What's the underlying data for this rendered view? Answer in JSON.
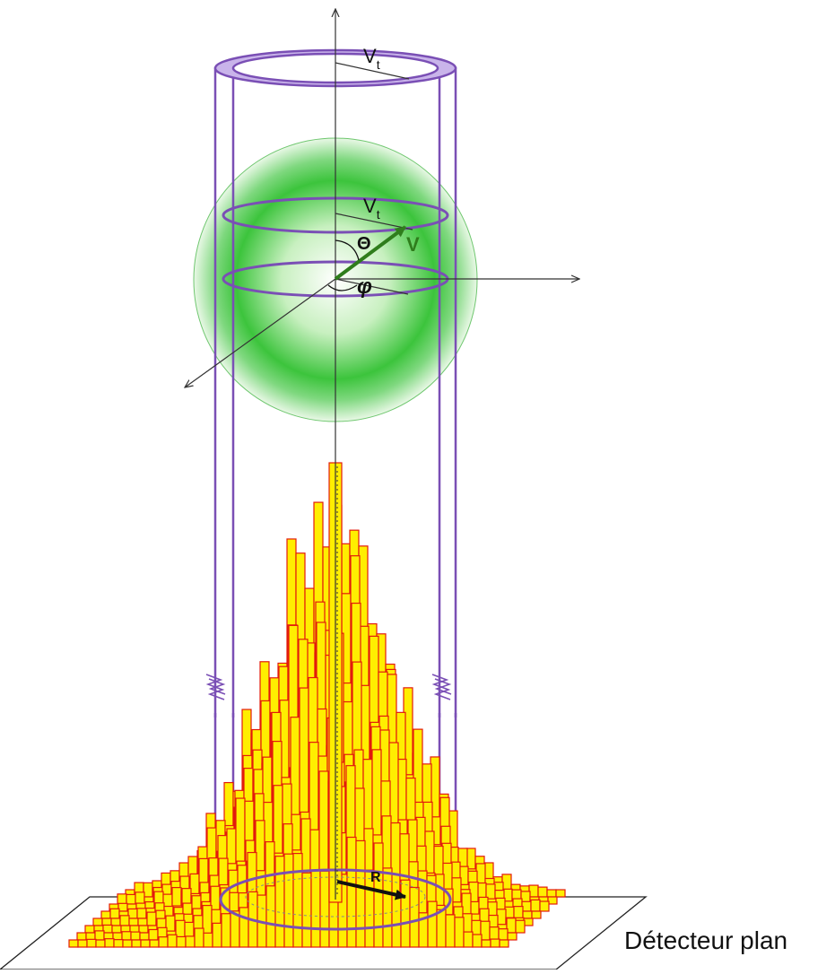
{
  "labels": {
    "vt_top": "V",
    "vt_top_sub": "t",
    "vt_mid": "V",
    "vt_mid_sub": "t",
    "v": "V",
    "theta": "Θ",
    "phi": "φ",
    "r": "R",
    "detector": "Détecteur plan"
  },
  "colors": {
    "cylinder": "#7a4fb5",
    "cylinder_fill": "#c9b4ea",
    "sphere": "#2fbf2f",
    "vector_v": "#2f7d1c",
    "bar_fill": "#ffee00",
    "bar_edge": "#e31b0c",
    "axis": "#333333"
  },
  "icons": {
    "break_marks": "zigzag-icon"
  }
}
